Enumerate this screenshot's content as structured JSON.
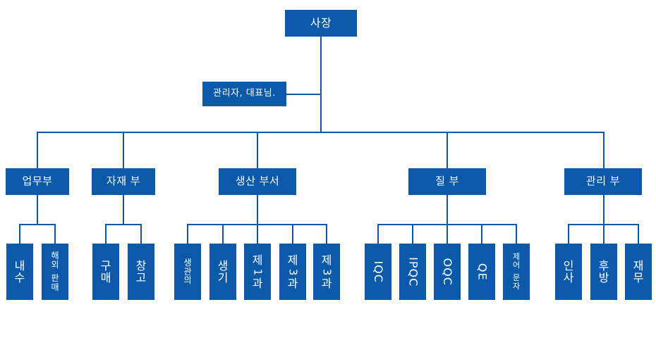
{
  "chart": {
    "type": "org-chart",
    "title": "",
    "accent_color": "#0B59A8",
    "background_color": "#FFFFFF",
    "text_color": "#FFFFFF",
    "levels": 4,
    "root": {
      "id": "ceo",
      "label": "사장"
    },
    "staff": {
      "id": "manager",
      "label": "관리자, 대표님.",
      "attached_to": "ceo",
      "position": "side-left"
    },
    "departments": [
      {
        "id": "dept-business",
        "label": "업무부",
        "children": [
          {
            "id": "leaf-domestic",
            "label": "내수",
            "chars": [
              "내",
              "수"
            ],
            "orientation": "stacked"
          },
          {
            "id": "leaf-overseas-sales",
            "label": "해외판매",
            "chars": [
              "해",
              "외",
              "판",
              "매"
            ],
            "orientation": "stacked"
          }
        ]
      },
      {
        "id": "dept-materials",
        "label": "자재 부",
        "children": [
          {
            "id": "leaf-purchasing",
            "label": "구매",
            "chars": [
              "구",
              "매"
            ],
            "orientation": "stacked"
          },
          {
            "id": "leaf-warehouse",
            "label": "창고",
            "chars": [
              "창",
              "고"
            ],
            "orientation": "stacked"
          }
        ]
      },
      {
        "id": "dept-production",
        "label": "생산 부서",
        "children": [
          {
            "id": "leaf-prod-planning",
            "label": "생관의",
            "chars": [
              "생",
              "관",
              "의"
            ],
            "orientation": "stacked"
          },
          {
            "id": "leaf-prod-eng",
            "label": "생기",
            "chars": [
              "생",
              "기"
            ],
            "orientation": "stacked"
          },
          {
            "id": "leaf-line-1",
            "label": "제1과",
            "chars": [
              "제",
              "1",
              "과"
            ],
            "orientation": "stacked-mixed"
          },
          {
            "id": "leaf-line-3a",
            "label": "제3과",
            "chars": [
              "제",
              "3",
              "과"
            ],
            "orientation": "stacked-mixed"
          },
          {
            "id": "leaf-line-3b",
            "label": "제3과",
            "chars": [
              "제",
              "3",
              "과"
            ],
            "orientation": "stacked-mixed"
          }
        ]
      },
      {
        "id": "dept-quality",
        "label": "질 부",
        "children": [
          {
            "id": "leaf-iqc",
            "label": "IQC",
            "orientation": "rotated"
          },
          {
            "id": "leaf-ipqc",
            "label": "IPQC",
            "orientation": "rotated"
          },
          {
            "id": "leaf-oqc",
            "label": "OQC",
            "orientation": "rotated"
          },
          {
            "id": "leaf-qe",
            "label": "QE",
            "orientation": "rotated"
          },
          {
            "id": "leaf-control-doc",
            "label": "제어문자",
            "chars": [
              "제",
              "어",
              "문",
              "자"
            ],
            "orientation": "stacked"
          }
        ]
      },
      {
        "id": "dept-management",
        "label": "관리 부",
        "children": [
          {
            "id": "leaf-hr",
            "label": "인사",
            "chars": [
              "인",
              "사"
            ],
            "orientation": "stacked"
          },
          {
            "id": "leaf-support",
            "label": "후방",
            "chars": [
              "후",
              "방"
            ],
            "orientation": "stacked"
          },
          {
            "id": "leaf-finance",
            "label": "재무",
            "chars": [
              "재",
              "무"
            ],
            "orientation": "stacked"
          }
        ]
      }
    ]
  }
}
